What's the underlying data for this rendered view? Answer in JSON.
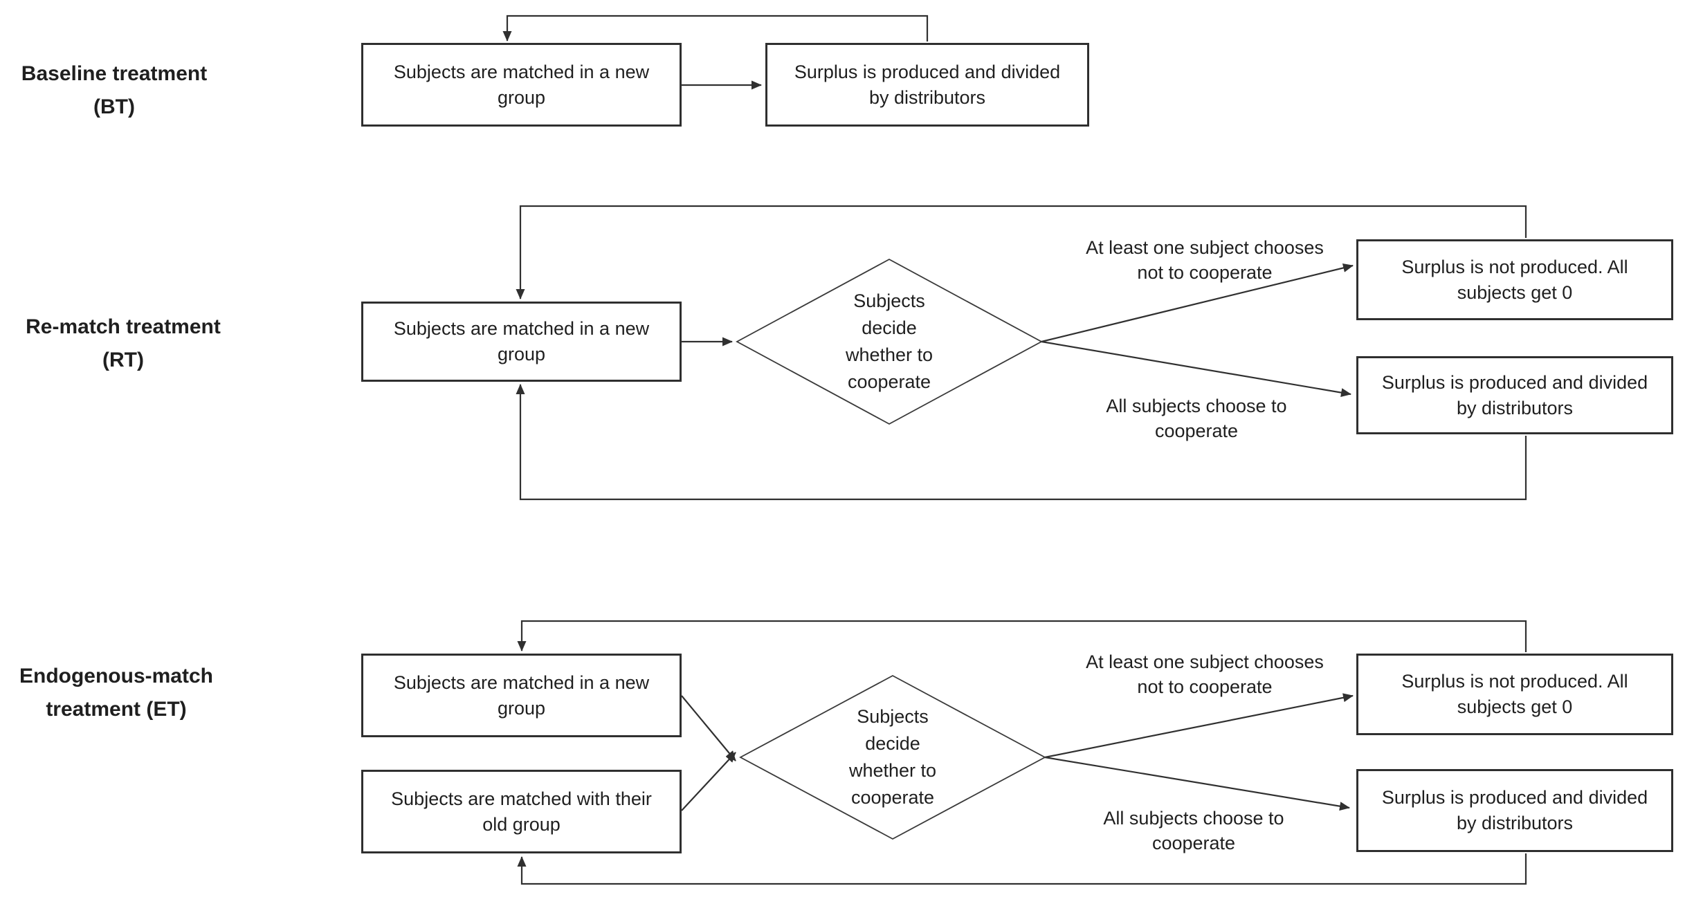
{
  "colors": {
    "background": "#ffffff",
    "line": "#303030",
    "text": "#1f1f1f"
  },
  "bt": {
    "label": "Baseline treatment\n(BT)",
    "box_new_group": "Subjects are matched in a new\ngroup",
    "box_surplus_divided": "Surplus is produced and divided\nby distributors"
  },
  "rt": {
    "label": "Re-match treatment\n(RT)",
    "box_new_group": "Subjects are matched in a new\ngroup",
    "diamond_decide": "Subjects\ndecide\nwhether to\ncooperate",
    "edge_defect": "At least one subject chooses\nnot to cooperate",
    "edge_cooperate": "All subjects choose to\ncooperate",
    "box_no_surplus": "Surplus is not produced. All\nsubjects get 0",
    "box_surplus_divided": "Surplus is produced and divided\nby distributors"
  },
  "et": {
    "label": "Endogenous-match\ntreatment (ET)",
    "box_new_group": "Subjects are matched in a new\ngroup",
    "box_old_group": "Subjects are matched with their\nold group",
    "diamond_decide": "Subjects\ndecide\nwhether to\ncooperate",
    "edge_defect": "At least one subject chooses\nnot to cooperate",
    "edge_cooperate": "All subjects choose to\ncooperate",
    "box_no_surplus": "Surplus is not produced. All\nsubjects get 0",
    "box_surplus_divided": "Surplus is produced and divided\nby distributors"
  }
}
